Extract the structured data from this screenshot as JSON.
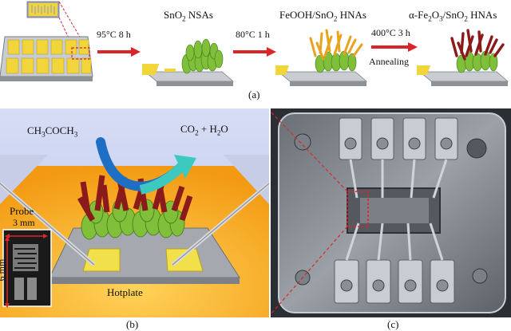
{
  "panel_a": {
    "stage1_label": "SnO2 NSAs",
    "stage2_label": "FeOOH/SnO2 HNAs",
    "stage3_label": "α-Fe2O3/SnO2 HNAs",
    "step1": "95°C 8 h",
    "step2": "80°C 1 h",
    "step3_top": "400°C 3 h",
    "step3_bottom": "Annealing",
    "caption": "(a)"
  },
  "panel_b": {
    "reactant": "CH3COCH3",
    "product": "CO2 + H2O",
    "probe_label": "Probe",
    "hotplate_label": "Hotplate",
    "scale_width": "3 mm",
    "scale_height": "6 mm",
    "caption": "(b)"
  },
  "panel_c": {
    "caption": "(c)"
  },
  "colors": {
    "arrow_red": "#d9262b",
    "substrate_yellow": "#f2d53a",
    "nanosheet_green": "#7fbf3a",
    "rod_darkred": "#8b1a1a",
    "rod_orange": "#e8a21c",
    "sky_blue": "#c9d3f2",
    "hot_orange": "#f5a623",
    "flow_blue": "#1e6fc4",
    "flow_teal": "#3ec9c0"
  }
}
